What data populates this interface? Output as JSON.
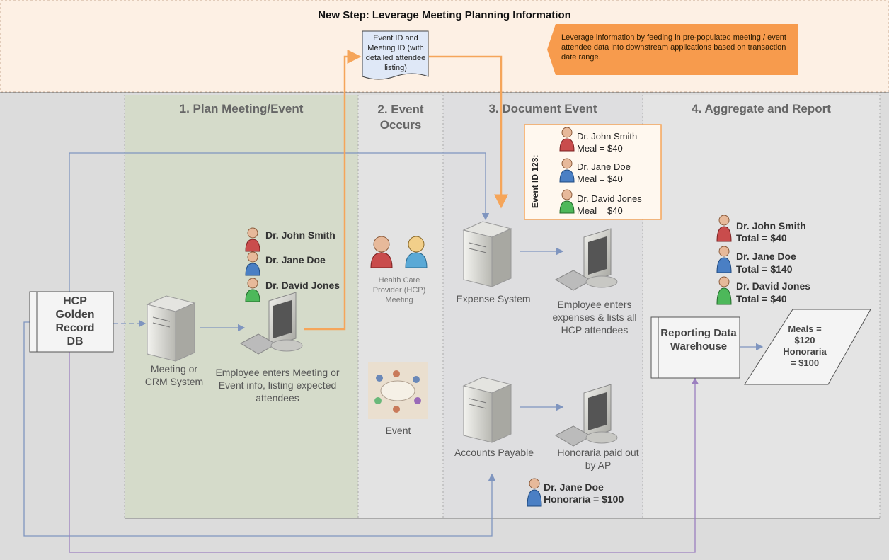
{
  "banner": {
    "title": "New Step: Leverage Meeting Planning Information",
    "doc_text": "Event ID and Meeting ID (with detailed attendee listing)",
    "callout_text": "Leverage information by feeding in pre-populated meeting / event attendee data into downstream applications based on transaction date range."
  },
  "columns": {
    "plan": "1. Plan Meeting/Event",
    "occurs": "2. Event Occurs",
    "document": "3. Document Event",
    "aggregate": "4. Aggregate and Report"
  },
  "hcp_db": {
    "line1": "HCP",
    "line2": "Golden",
    "line3": "Record",
    "line4": "DB"
  },
  "plan": {
    "crm_label": "Meeting or CRM System",
    "employee_label": "Employee enters Meeting or Event info, listing expected attendees",
    "attendees": [
      "Dr. John Smith",
      "Dr. Jane Doe",
      "Dr. David Jones"
    ]
  },
  "occurs": {
    "hcp_meeting_label": "Health Care Provider (HCP) Meeting",
    "event_label": "Event"
  },
  "event_box": {
    "heading": "Event ID 123:",
    "items": [
      {
        "name": "Dr. John Smith",
        "detail": "Meal = $40"
      },
      {
        "name": "Dr. Jane Doe",
        "detail": "Meal = $40"
      },
      {
        "name": "Dr. David Jones",
        "detail": "Meal = $40"
      }
    ]
  },
  "document": {
    "expense_label": "Expense System",
    "expense_employee_label": "Employee enters expenses & lists all HCP attendees",
    "ap_label": "Accounts Payable",
    "honoraria_label": "Honoraria paid out by AP",
    "honoraria_person": "Dr. Jane Doe",
    "honoraria_amount": "Honoraria = $100"
  },
  "aggregate": {
    "totals": [
      {
        "name": "Dr. John Smith",
        "total": "Total = $40"
      },
      {
        "name": "Dr. Jane Doe",
        "total": "Total = $140"
      },
      {
        "name": "Dr. David Jones",
        "total": "Total = $40"
      }
    ],
    "warehouse_label": "Reporting Data Warehouse",
    "output_line1": "Meals =",
    "output_line2": "$120",
    "output_line3": "Honoraria",
    "output_line4": "= $100"
  },
  "colors": {
    "banner_bg": "#fdf0e4",
    "callout": "#f79b4d",
    "arrow_orange": "#f5a55a",
    "arrow_blue": "#7f95bf",
    "arrow_purple": "#9b7fbf",
    "plan_bg": "#d6dccb",
    "body_bg": "#dcdcdc"
  }
}
